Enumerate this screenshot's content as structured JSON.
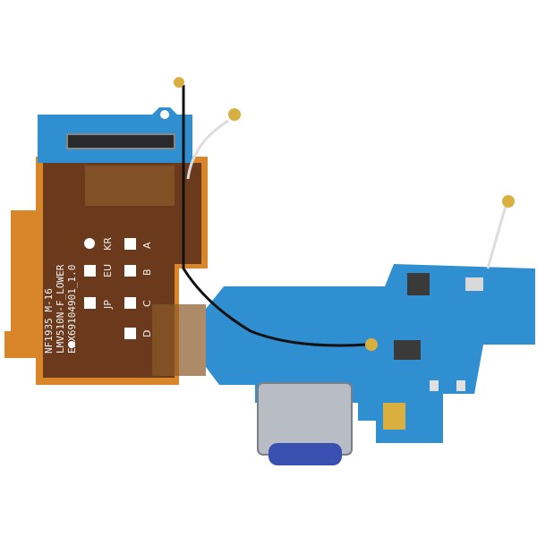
{
  "photo": {
    "silkscreen": {
      "line1": "NF1935   M-16",
      "line2": "LMV510N-F_LOWER",
      "line3": "EAX69104901_1.0"
    },
    "region_labels": [
      "KR",
      "A",
      "EU",
      "B",
      "JP",
      "C",
      "D"
    ],
    "colors": {
      "pcb_blue": "#2f8fd0",
      "flex_brown": "#6b3a1c",
      "flex_orange": "#d9852a",
      "connector_silver": "#b8bcc4",
      "gold": "#d9b040"
    }
  }
}
